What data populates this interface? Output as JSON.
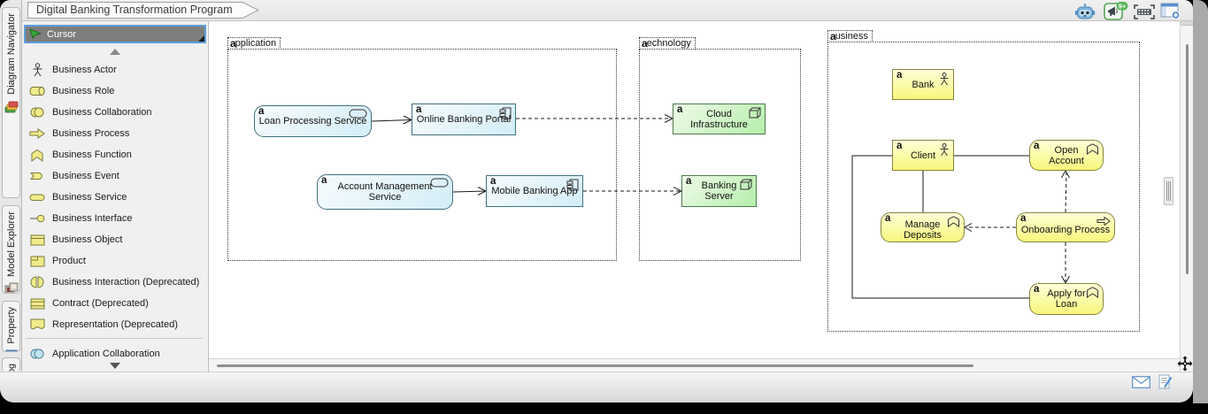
{
  "window": {
    "title": "Digital Banking Transformation Program"
  },
  "side_tabs": [
    {
      "label": "Diagram Navigator",
      "icon": "diagram-navigator-icon"
    },
    {
      "label": "Model Explorer",
      "icon": "model-explorer-icon"
    },
    {
      "label": "Property",
      "icon": "property-icon"
    },
    {
      "label": "acklog",
      "icon": "chevron-down-icon"
    }
  ],
  "toolbar": {
    "icons": [
      "ai-robot-icon",
      "announcement-megaphone-icon",
      "presentation-frame-icon",
      "panel-layout-icon"
    ],
    "announcement_badge": "9+"
  },
  "palette": {
    "cursor_label": "Cursor",
    "items": [
      {
        "label": "Business Actor",
        "icon": "business-actor-icon"
      },
      {
        "label": "Business Role",
        "icon": "business-role-icon"
      },
      {
        "label": "Business Collaboration",
        "icon": "business-collaboration-icon"
      },
      {
        "label": "Business Process",
        "icon": "business-process-icon"
      },
      {
        "label": "Business Function",
        "icon": "business-function-icon"
      },
      {
        "label": "Business Event",
        "icon": "business-event-icon"
      },
      {
        "label": "Business Service",
        "icon": "business-service-icon"
      },
      {
        "label": "Business Interface",
        "icon": "business-interface-icon"
      },
      {
        "label": "Business Object",
        "icon": "business-object-icon"
      },
      {
        "label": "Product",
        "icon": "product-icon"
      },
      {
        "label": "Business Interaction (Deprecated)",
        "icon": "business-interaction-icon"
      },
      {
        "label": "Contract (Deprecated)",
        "icon": "contract-icon"
      },
      {
        "label": "Representation (Deprecated)",
        "icon": "representation-icon"
      },
      {
        "label": "Application Collaboration",
        "icon": "application-collaboration-icon"
      }
    ]
  },
  "diagram": {
    "groups": [
      {
        "label": "application",
        "badge": "a",
        "label_rest": "pplication"
      },
      {
        "label": "technology",
        "badge": "a",
        "label_rest": "echnology"
      },
      {
        "label": "business",
        "badge": "a",
        "label_rest": "usiness"
      }
    ],
    "nodes": [
      {
        "label": "Loan Processing Service",
        "badge": "a",
        "type": "business-service"
      },
      {
        "label": "Online Banking Portal",
        "badge": "a",
        "type": "application-component"
      },
      {
        "label": "Account Management Service",
        "badge": "a",
        "type": "business-service"
      },
      {
        "label": "Mobile Banking App",
        "badge": "a",
        "type": "application-component"
      },
      {
        "label": "Cloud Infrastructure",
        "badge": "a",
        "type": "technology-node"
      },
      {
        "label": "Banking Server",
        "badge": "a",
        "type": "technology-node"
      },
      {
        "label": "Bank",
        "badge": "a",
        "type": "business-actor"
      },
      {
        "label": "Client",
        "badge": "a",
        "type": "business-actor"
      },
      {
        "label": "Open Account",
        "badge": "a",
        "type": "business-function"
      },
      {
        "label": "Manage Deposits",
        "badge": "a",
        "type": "business-function"
      },
      {
        "label": "Onboarding Process",
        "badge": "a",
        "type": "business-process"
      },
      {
        "label": "Apply for Loan",
        "badge": "a",
        "type": "business-function"
      }
    ]
  },
  "status_bar": {
    "icons": [
      "mail-icon",
      "edit-document-icon"
    ]
  }
}
